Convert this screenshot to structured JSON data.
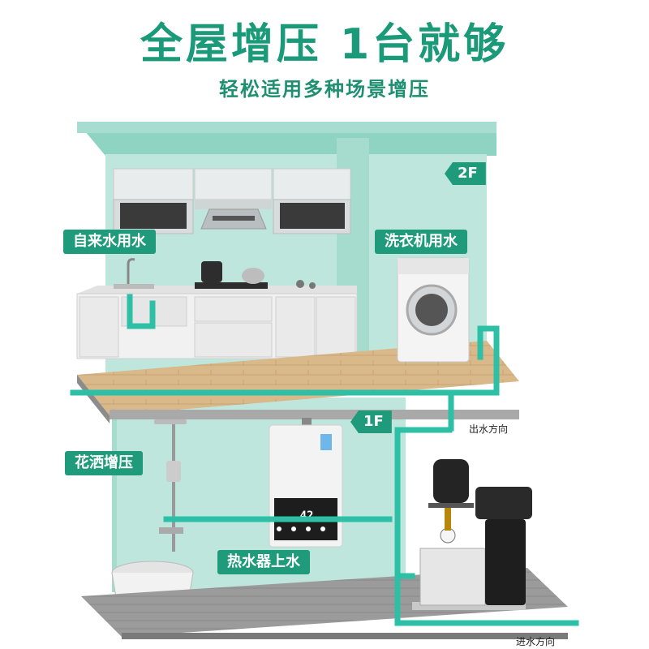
{
  "header": {
    "title": "全屋增压 1台就够",
    "subtitle": "轻松适用多种场景增压"
  },
  "floors": {
    "upper": "2F",
    "lower": "1F"
  },
  "labels": {
    "tap_water": "自来水用水",
    "washer_water": "洗衣机用水",
    "shower_boost": "花洒增压",
    "heater_inlet": "热水器上水"
  },
  "flow": {
    "outlet": "出水方向",
    "inlet": "进水方向"
  },
  "heater": {
    "display": "42"
  },
  "colors": {
    "title": "#1a9a78",
    "subtitle": "#1f8f72",
    "tag": "#1f9a7a",
    "wall": "#bfe6dc",
    "pipe": "#2ec0a6"
  }
}
